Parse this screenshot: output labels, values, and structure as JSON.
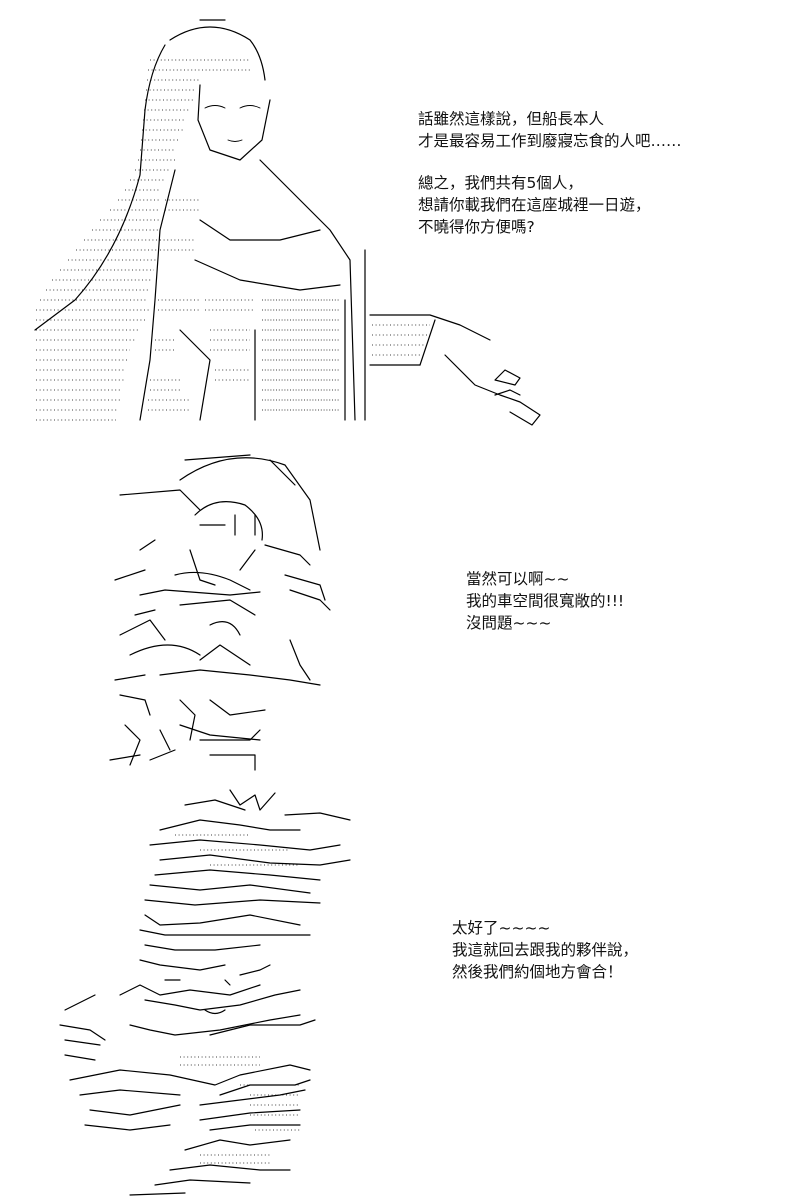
{
  "panels": [
    {
      "id": "panel-1",
      "figure": "long-haired-character-pointing",
      "dialogue": [
        [
          "話雖然這樣說，但船長本人",
          "才是最容易工作到廢寢忘食的人吧……"
        ],
        [
          "總之，我們共有5個人，",
          "想請你載我們在這座城裡一日遊，",
          "不曉得你方便嗎?"
        ]
      ]
    },
    {
      "id": "panel-2",
      "figure": "character-with-hat",
      "dialogue": [
        [
          "當然可以啊~~",
          "我的車空間很寬敞的!!!",
          "沒問題~~~"
        ]
      ]
    },
    {
      "id": "panel-3",
      "figure": "spiky-haired-character",
      "dialogue": [
        [
          "太好了~~~~",
          "我這就回去跟我的夥伴說，",
          "然後我們約個地方會合！"
        ]
      ]
    }
  ]
}
